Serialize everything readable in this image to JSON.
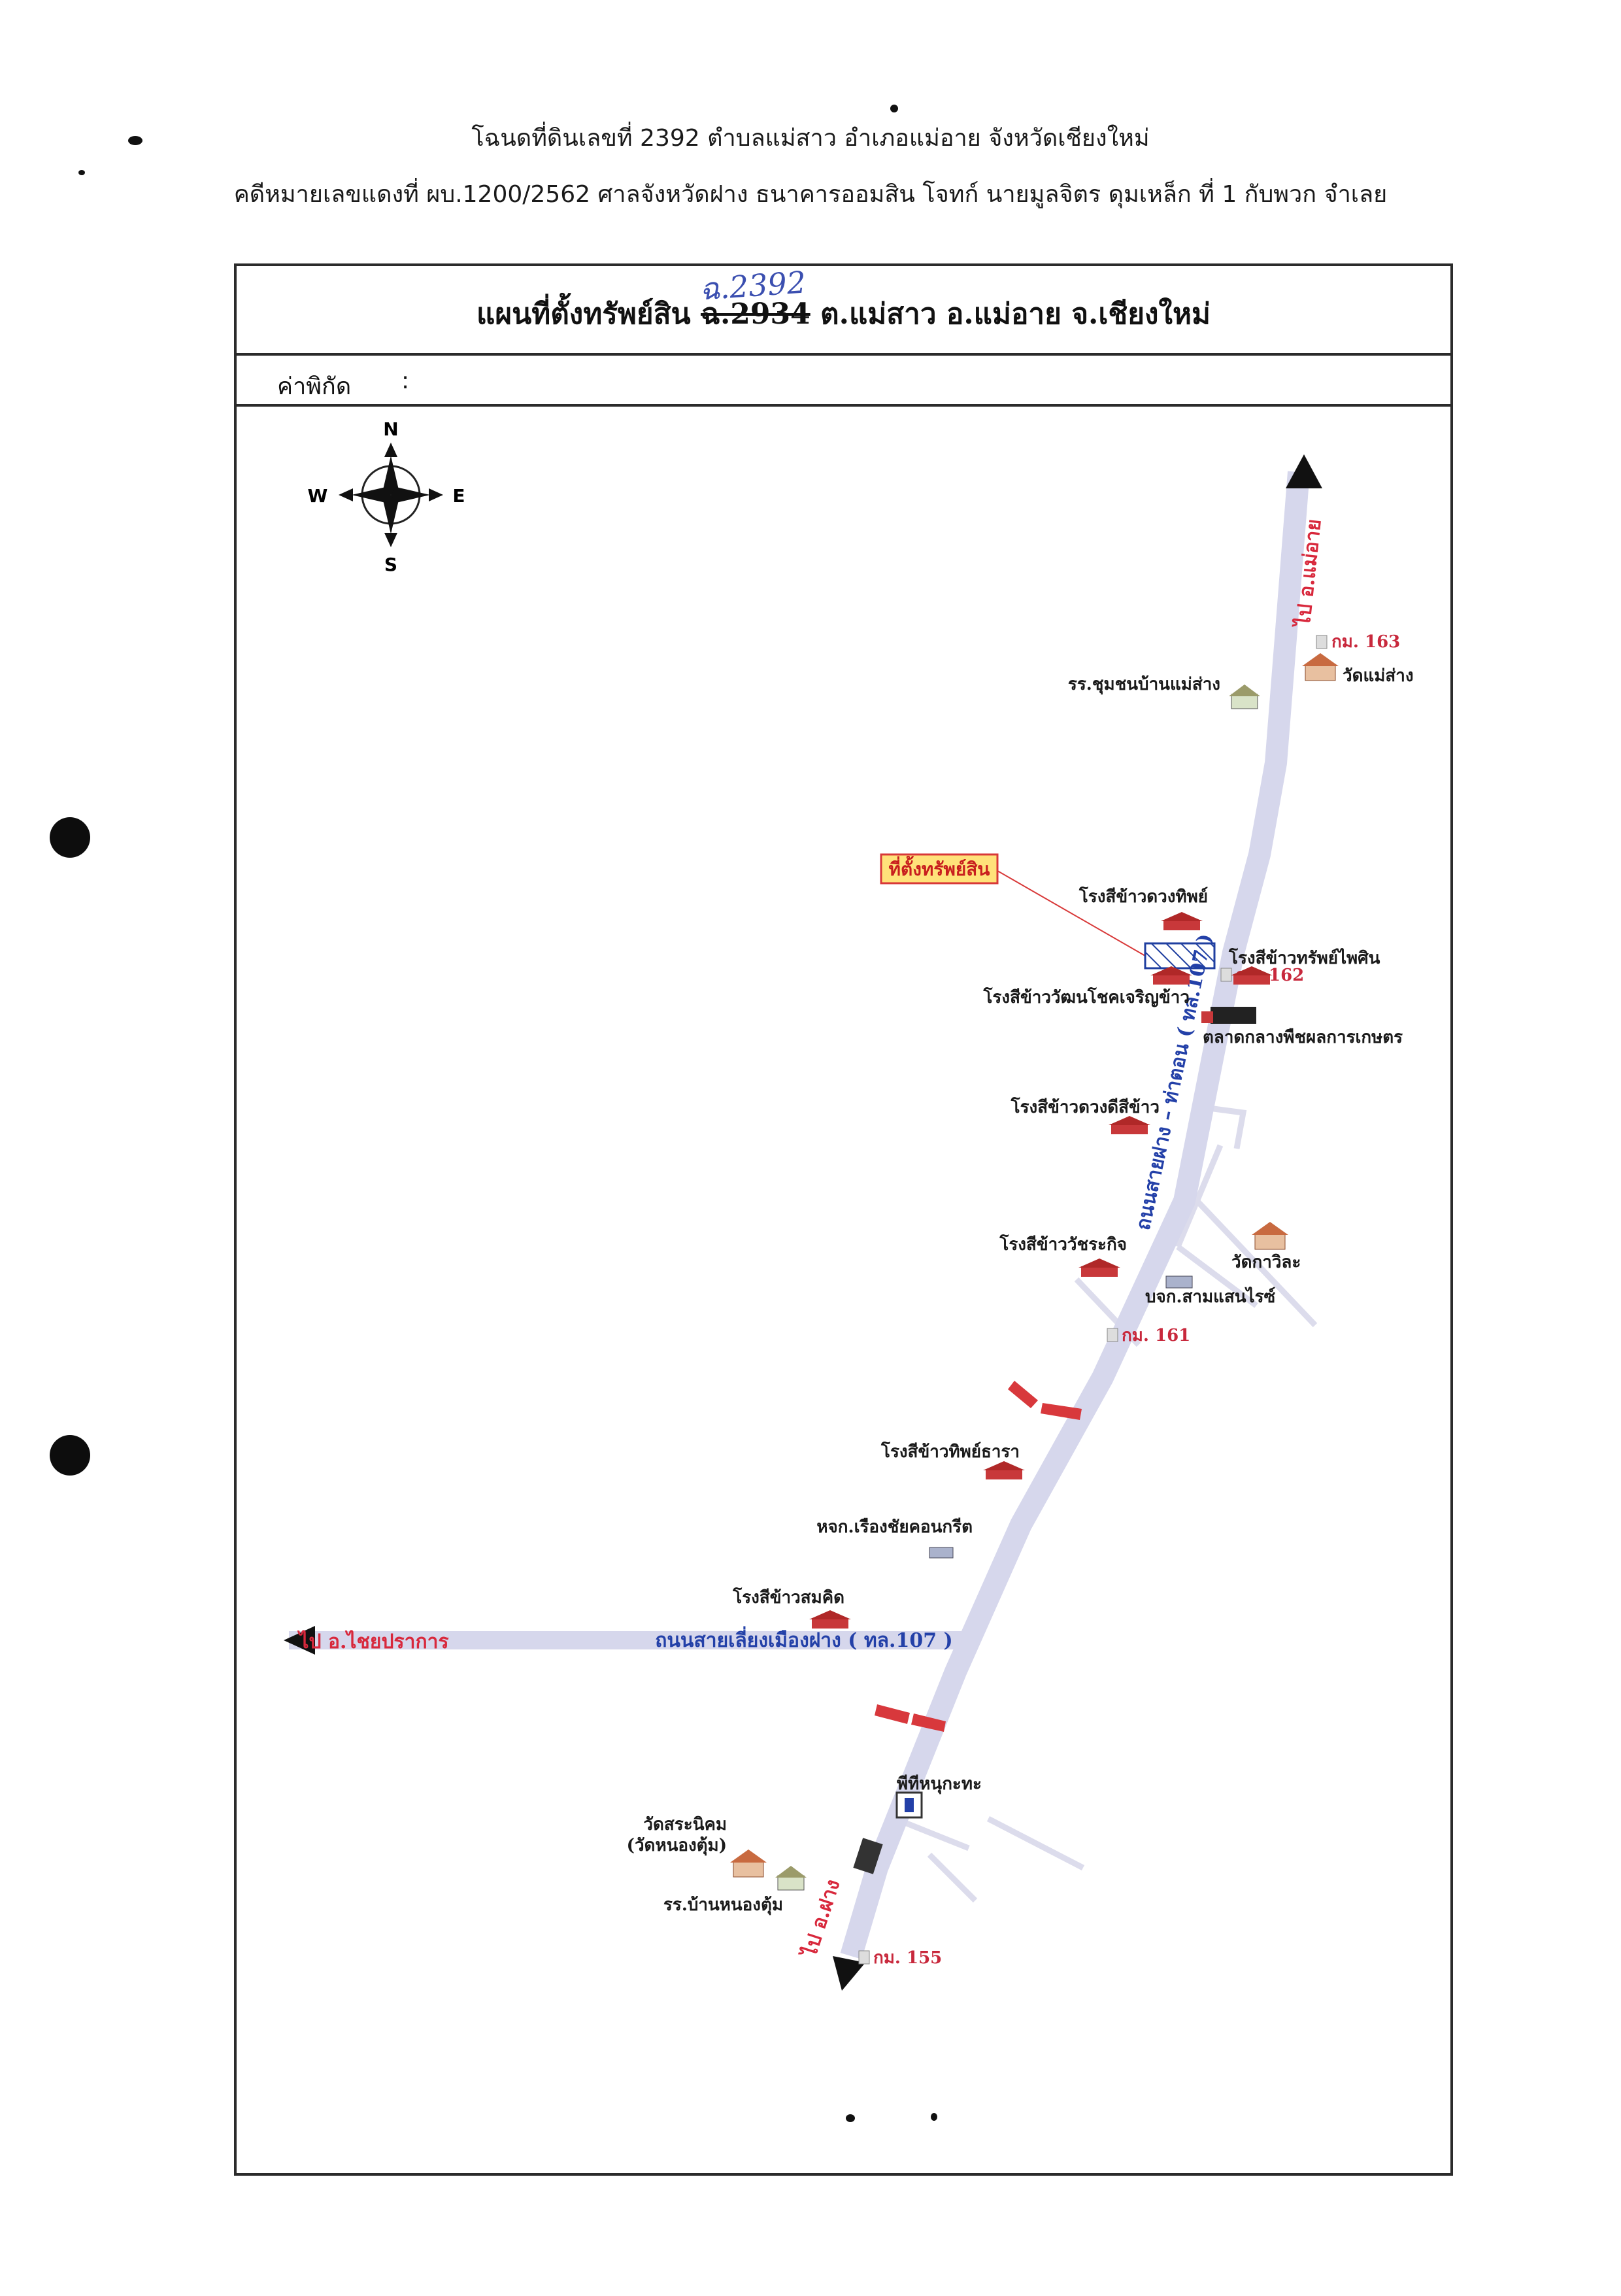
{
  "header": {
    "line1": "โฉนดที่ดินเลขที่ 2392 ตำบลแม่สาว อำเภอแม่อาย จังหวัดเชียงใหม่",
    "line2": "คดีหมายเลขแดงที่ ผบ.1200/2562 ศาลจังหวัดฝาง ธนาคารออมสิน โจทก์ นายมูลจิตร ดุมเหล็ก ที่ 1 กับพวก จำเลย"
  },
  "map": {
    "title_prefix": "แผนที่ตั้งทรัพย์สิน",
    "title_struck": "ฉ.2934",
    "title_suffix": "ต.แม่สาว อ.แม่อาย จ.เชียงใหม่",
    "handwritten_note": "ฉ.2392",
    "coord_label": "ค่าพิกัด",
    "coord_colon": ":",
    "compass": {
      "n": "N",
      "s": "S",
      "e": "E",
      "w": "W"
    },
    "property_label": "ที่ตั้งทรัพย์สิน",
    "road_main": "ถนนสายฝาง – ท่าตอน ( ทล.107 )",
    "road_bypass": "ถนนสายเลี่ยงเมืองฝาง ( ทล.107 )",
    "dir_north": "ไป อ.แม่อาย",
    "dir_west": "ไป อ.ไชยปราการ",
    "dir_south": "ไป อ.ฝาง",
    "km_markers": [
      "กม. 163",
      "กม. 162",
      "กม. 161",
      "กม. 155"
    ],
    "places": {
      "school_maesang": "รร.ชุมชนบ้านแม่ส่าง",
      "wat_maesang": "วัดแม่ส่าง",
      "mill_duangthip": "โรงสีข้าวดวงทิพย์",
      "mill_supphaisin": "โรงสีข้าวทรัพย์ไพศิน",
      "mill_chokcharoen": "โรงสีข้าววัฒนโชคเจริญข้าว",
      "market": "ตลาดกลางพืชผลการเกษตร",
      "mill_duangdee": "โรงสีข้าวดวงดีสีข้าว",
      "mill_watchara": "โรงสีข้าววัชระกิจ",
      "wat_kawila": "วัดกาวิละ",
      "samsan_rice": "บจก.สามแสนไรซ์",
      "mill_sapthara": "โรงสีข้าวทิพย์ธารา",
      "concrete": "หจก.เรืองชัยคอนกรีต",
      "mill_sommit": "โรงสีข้าวสมคิด",
      "ptt": "พีทีหนุกะทะ",
      "wat_sarapi": "วัดสระนิคม",
      "wat_sarapi_sub": "(วัดหนองตุ้ม)",
      "school_nongtum": "รร.บ้านหนองตุ้ม"
    }
  },
  "colors": {
    "road": "#d6d7ec",
    "road_label": "#2340a8",
    "direction_label": "#d8283c",
    "km_label": "#c8283c",
    "property_box": "#ffe27a",
    "property_hatch": "#1f3fa0",
    "bridge": "#d8383c"
  }
}
